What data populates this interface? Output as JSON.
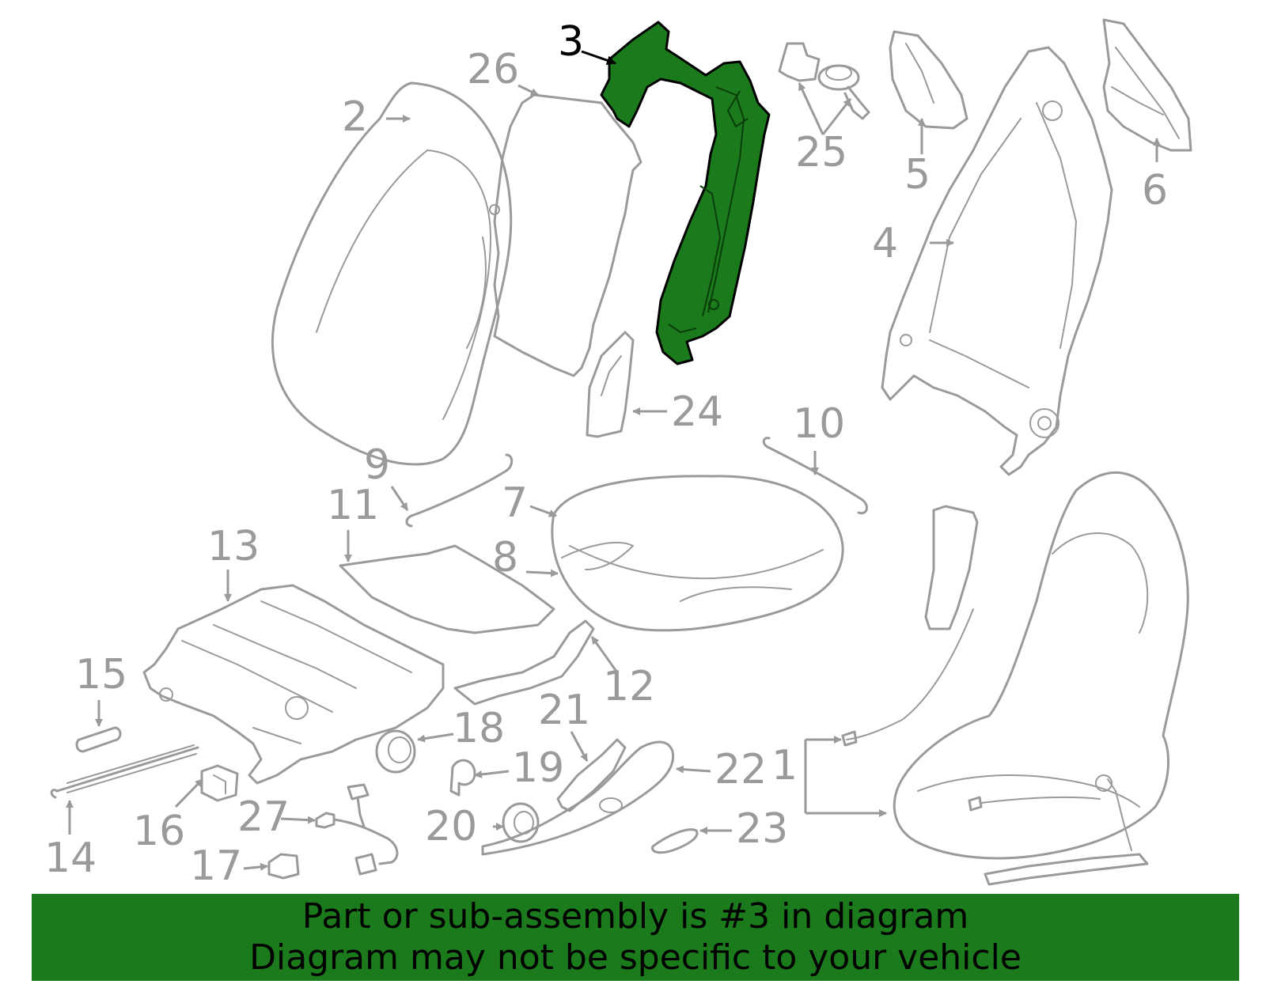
{
  "diagram": {
    "highlighted_part": "3",
    "highlight_color": "#1b7a1b",
    "line_color": "#9a9a9a",
    "callouts": [
      "1",
      "2",
      "3",
      "4",
      "5",
      "6",
      "7",
      "8",
      "9",
      "10",
      "11",
      "12",
      "13",
      "14",
      "15",
      "16",
      "17",
      "18",
      "19",
      "20",
      "21",
      "22",
      "23",
      "24",
      "25",
      "26",
      "27"
    ]
  },
  "banner": {
    "line1": "Part or sub-assembly is #3 in diagram",
    "line2": "Diagram may not be specific to your vehicle",
    "background": "#1b7a1b"
  }
}
